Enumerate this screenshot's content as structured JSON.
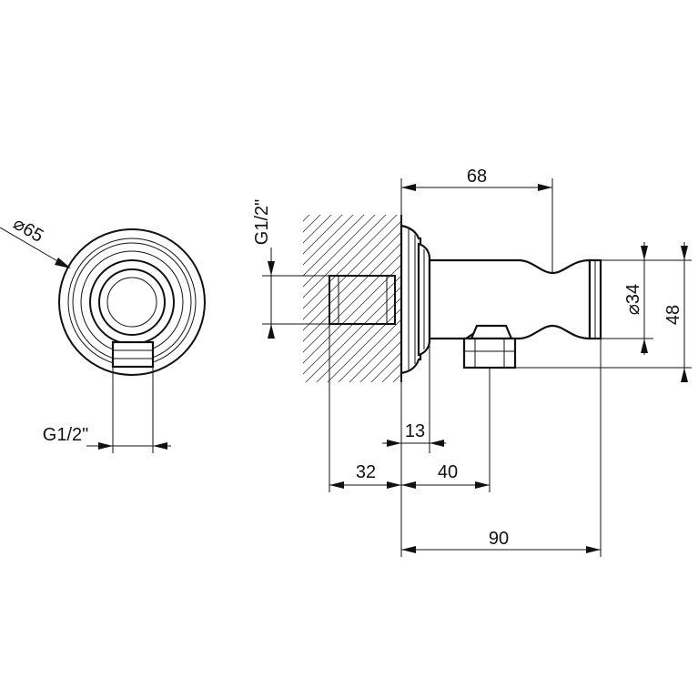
{
  "labels": {
    "front_diameter": "65",
    "front_thread": "G1/2\"",
    "side_thread": "G1/2\"",
    "overall_depth": "68",
    "holder_diameter": "34",
    "overall_height": "48",
    "flange_depth": "13",
    "wall_depth": "32",
    "outlet_offset": "40",
    "total_length": "90"
  },
  "symbols": {
    "diameter": "⌀"
  }
}
